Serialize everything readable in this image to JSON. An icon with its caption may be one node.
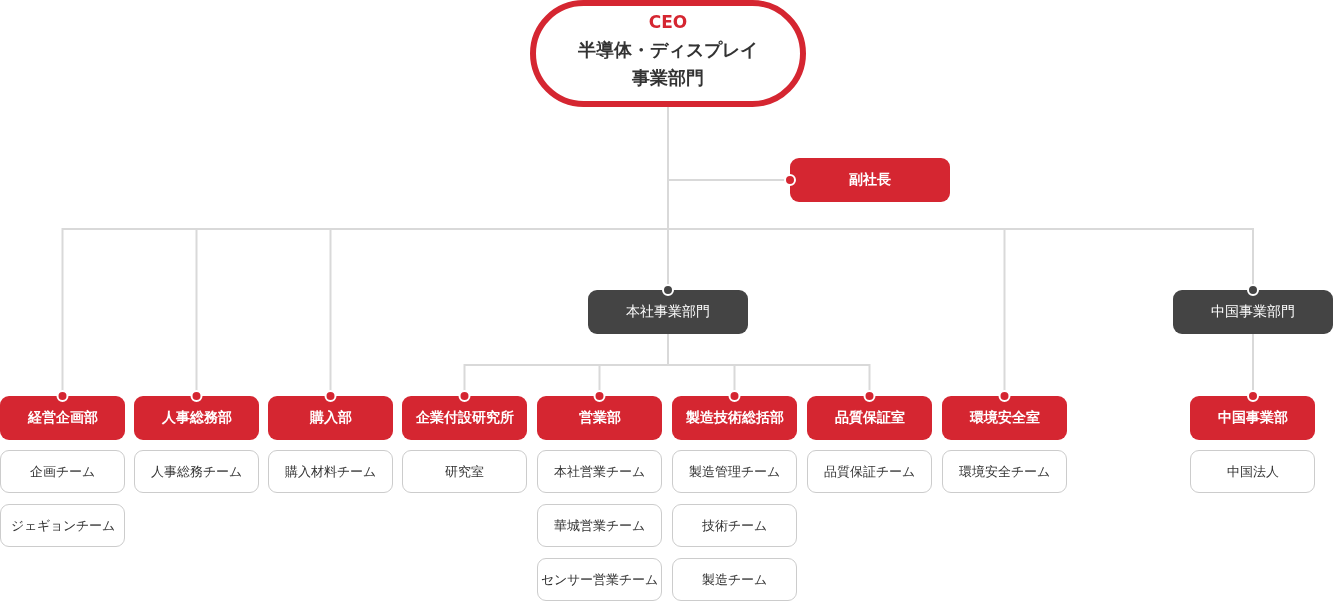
{
  "diagram": {
    "nodes": [
      {
        "text": [
          "CEO",
          "半導体・ディスプレイ事業部門"
        ]
      },
      {
        "text": [
          "副社長"
        ]
      },
      {
        "text": [
          "本社事業部門"
        ]
      },
      {
        "text": [
          "中国事業部門"
        ]
      },
      {
        "text": [
          "経営企画部"
        ]
      },
      {
        "text": [
          "企画チーム"
        ]
      },
      {
        "text": [
          "ジェギョンチーム"
        ]
      },
      {
        "text": [
          "人事総務部"
        ]
      },
      {
        "text": [
          "人事総務チーム"
        ]
      },
      {
        "text": [
          "購入部"
        ]
      },
      {
        "text": [
          "購入材料チーム"
        ]
      },
      {
        "text": [
          "企業付設研究所"
        ]
      },
      {
        "text": [
          "研究室"
        ]
      },
      {
        "text": [
          "営業部"
        ]
      },
      {
        "text": [
          "本社営業チーム"
        ]
      },
      {
        "text": [
          "華城営業チーム"
        ]
      },
      {
        "text": [
          "センサー営業チーム"
        ]
      },
      {
        "text": [
          "製造技術総括部"
        ]
      },
      {
        "text": [
          "製造管理チーム"
        ]
      },
      {
        "text": [
          "技術チーム"
        ]
      },
      {
        "text": [
          "製造チーム"
        ]
      },
      {
        "text": [
          "品質保証室"
        ]
      },
      {
        "text": [
          "品質保証チーム"
        ]
      },
      {
        "text": [
          "環境安全室"
        ]
      },
      {
        "text": [
          "環境安全チーム"
        ]
      },
      {
        "text": [
          "中国事業部"
        ]
      },
      {
        "text": [
          "中国法人"
        ]
      }
    ],
    "edges": [
      {
        "from": 0,
        "to": 1,
        "arrow": "other"
      },
      {
        "from": 0,
        "to": 4,
        "arrow": "other"
      },
      {
        "from": 0,
        "to": 7,
        "arrow": "other"
      },
      {
        "from": 0,
        "to": 9,
        "arrow": "other"
      },
      {
        "from": 0,
        "to": 2,
        "arrow": "other"
      },
      {
        "from": 0,
        "to": 23,
        "arrow": "other"
      },
      {
        "from": 0,
        "to": 3,
        "arrow": "other"
      },
      {
        "from": 2,
        "to": 11,
        "arrow": "other"
      },
      {
        "from": 2,
        "to": 13,
        "arrow": "other"
      },
      {
        "from": 2,
        "to": 17,
        "arrow": "other"
      },
      {
        "from": 2,
        "to": 21,
        "arrow": "other"
      },
      {
        "from": 3,
        "to": 25,
        "arrow": "other"
      }
    ]
  }
}
